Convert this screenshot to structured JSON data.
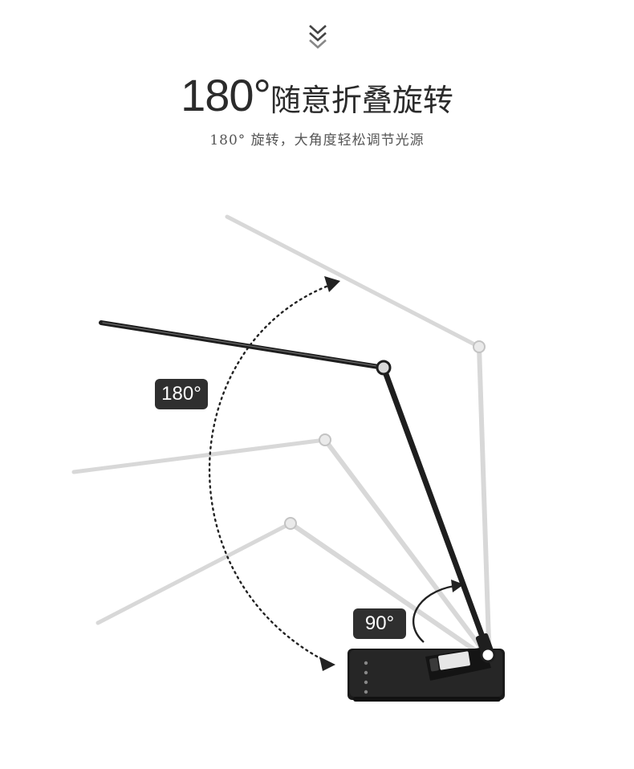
{
  "header": {
    "chevron_icon": "double-chevron-down-icon",
    "title_number": "180°",
    "title_text": "随意折叠旋转",
    "subtitle": "180° 旋转，大角度轻松调节光源"
  },
  "scene": {
    "rotation_badge_large": "180°",
    "rotation_badge_small": "90°",
    "colors": {
      "arm_dark": "#1e1e1e",
      "arm_faded": "#cfcfcf",
      "badge_bg": "#2f2f2f",
      "base": "#1a1a1a"
    }
  }
}
